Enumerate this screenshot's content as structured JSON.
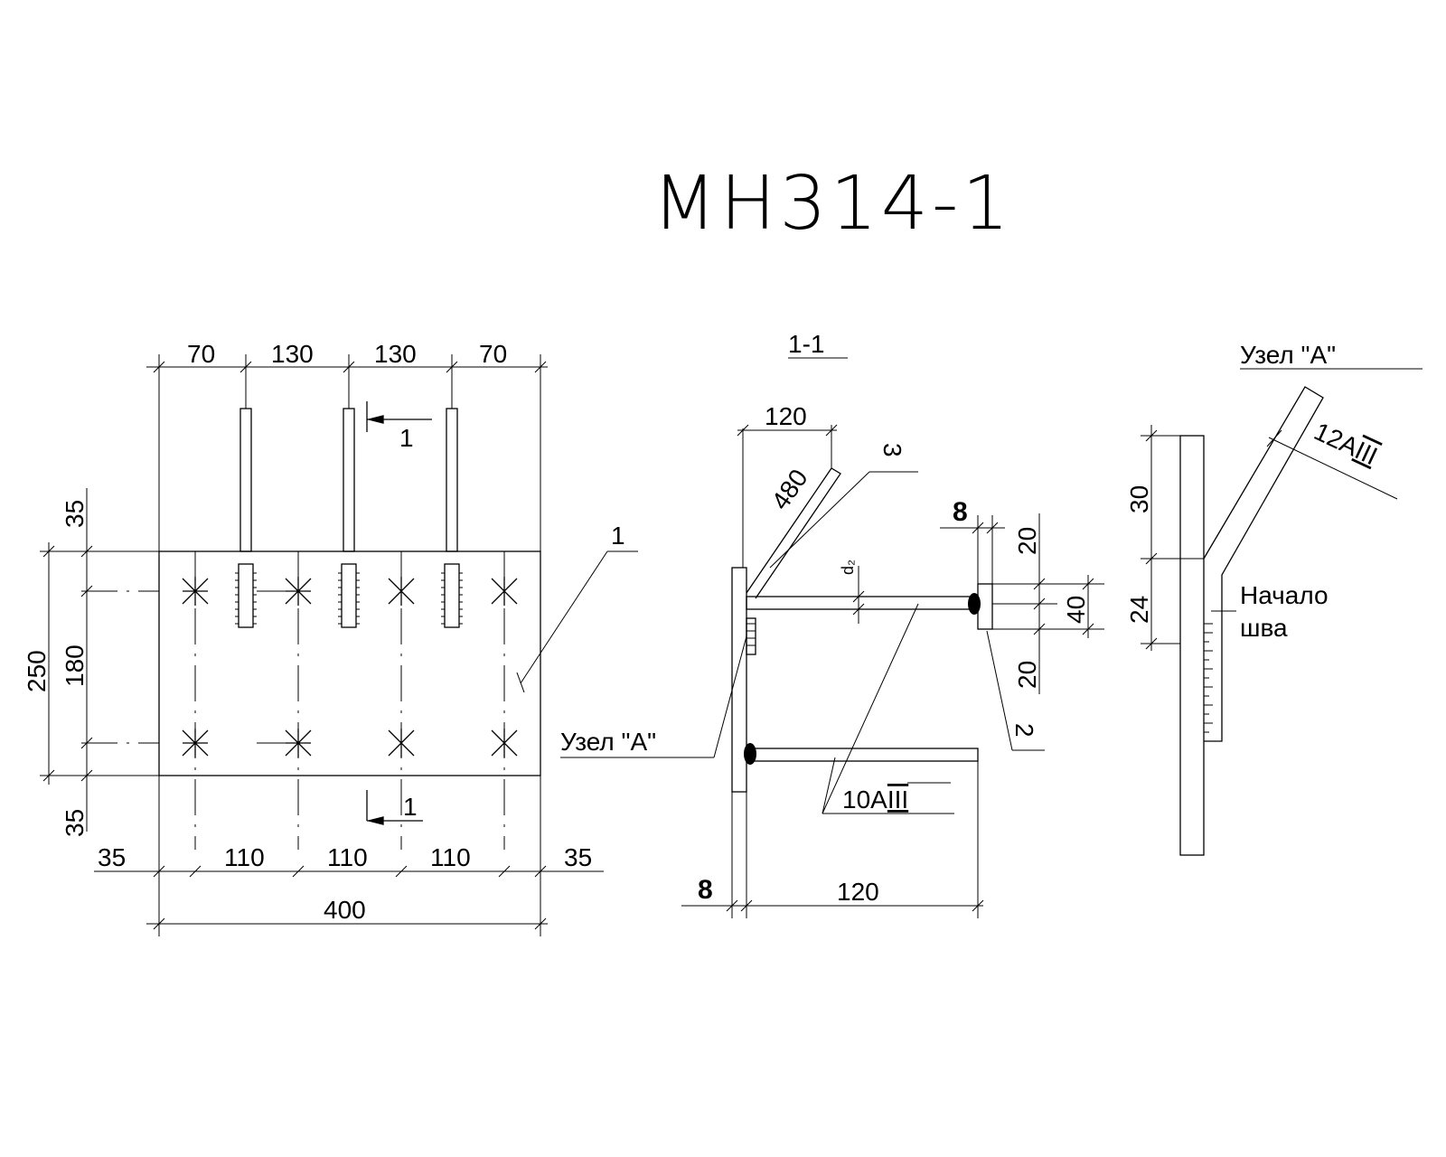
{
  "title": "МН314-1",
  "plan": {
    "top_dims": [
      "70",
      "130",
      "130",
      "70"
    ],
    "left_dims": [
      "250",
      "180",
      "35",
      "35"
    ],
    "bottom_dims": [
      "35",
      "110",
      "110",
      "110",
      "35"
    ],
    "total_width": "400",
    "section_mark": "1",
    "part_mark": "1"
  },
  "section": {
    "label": "1-1",
    "dim_top": "120",
    "dim_diag": "480",
    "mark_3": "3",
    "mark_2": "2",
    "d_label": "d₂",
    "dim_8_top": "8",
    "dim_8_bottom": "8",
    "dim_120_bottom": "120",
    "dims_right": [
      "20",
      "40",
      "20"
    ],
    "node_label": "Узел \"А\"",
    "rebar": "10А",
    "rebar_class": "III"
  },
  "node": {
    "label": "Узел \"А\"",
    "dims": [
      "30",
      "24"
    ],
    "rebar": "12А",
    "rebar_class": "III",
    "weld_start_1": "Начало",
    "weld_start_2": "шва"
  }
}
